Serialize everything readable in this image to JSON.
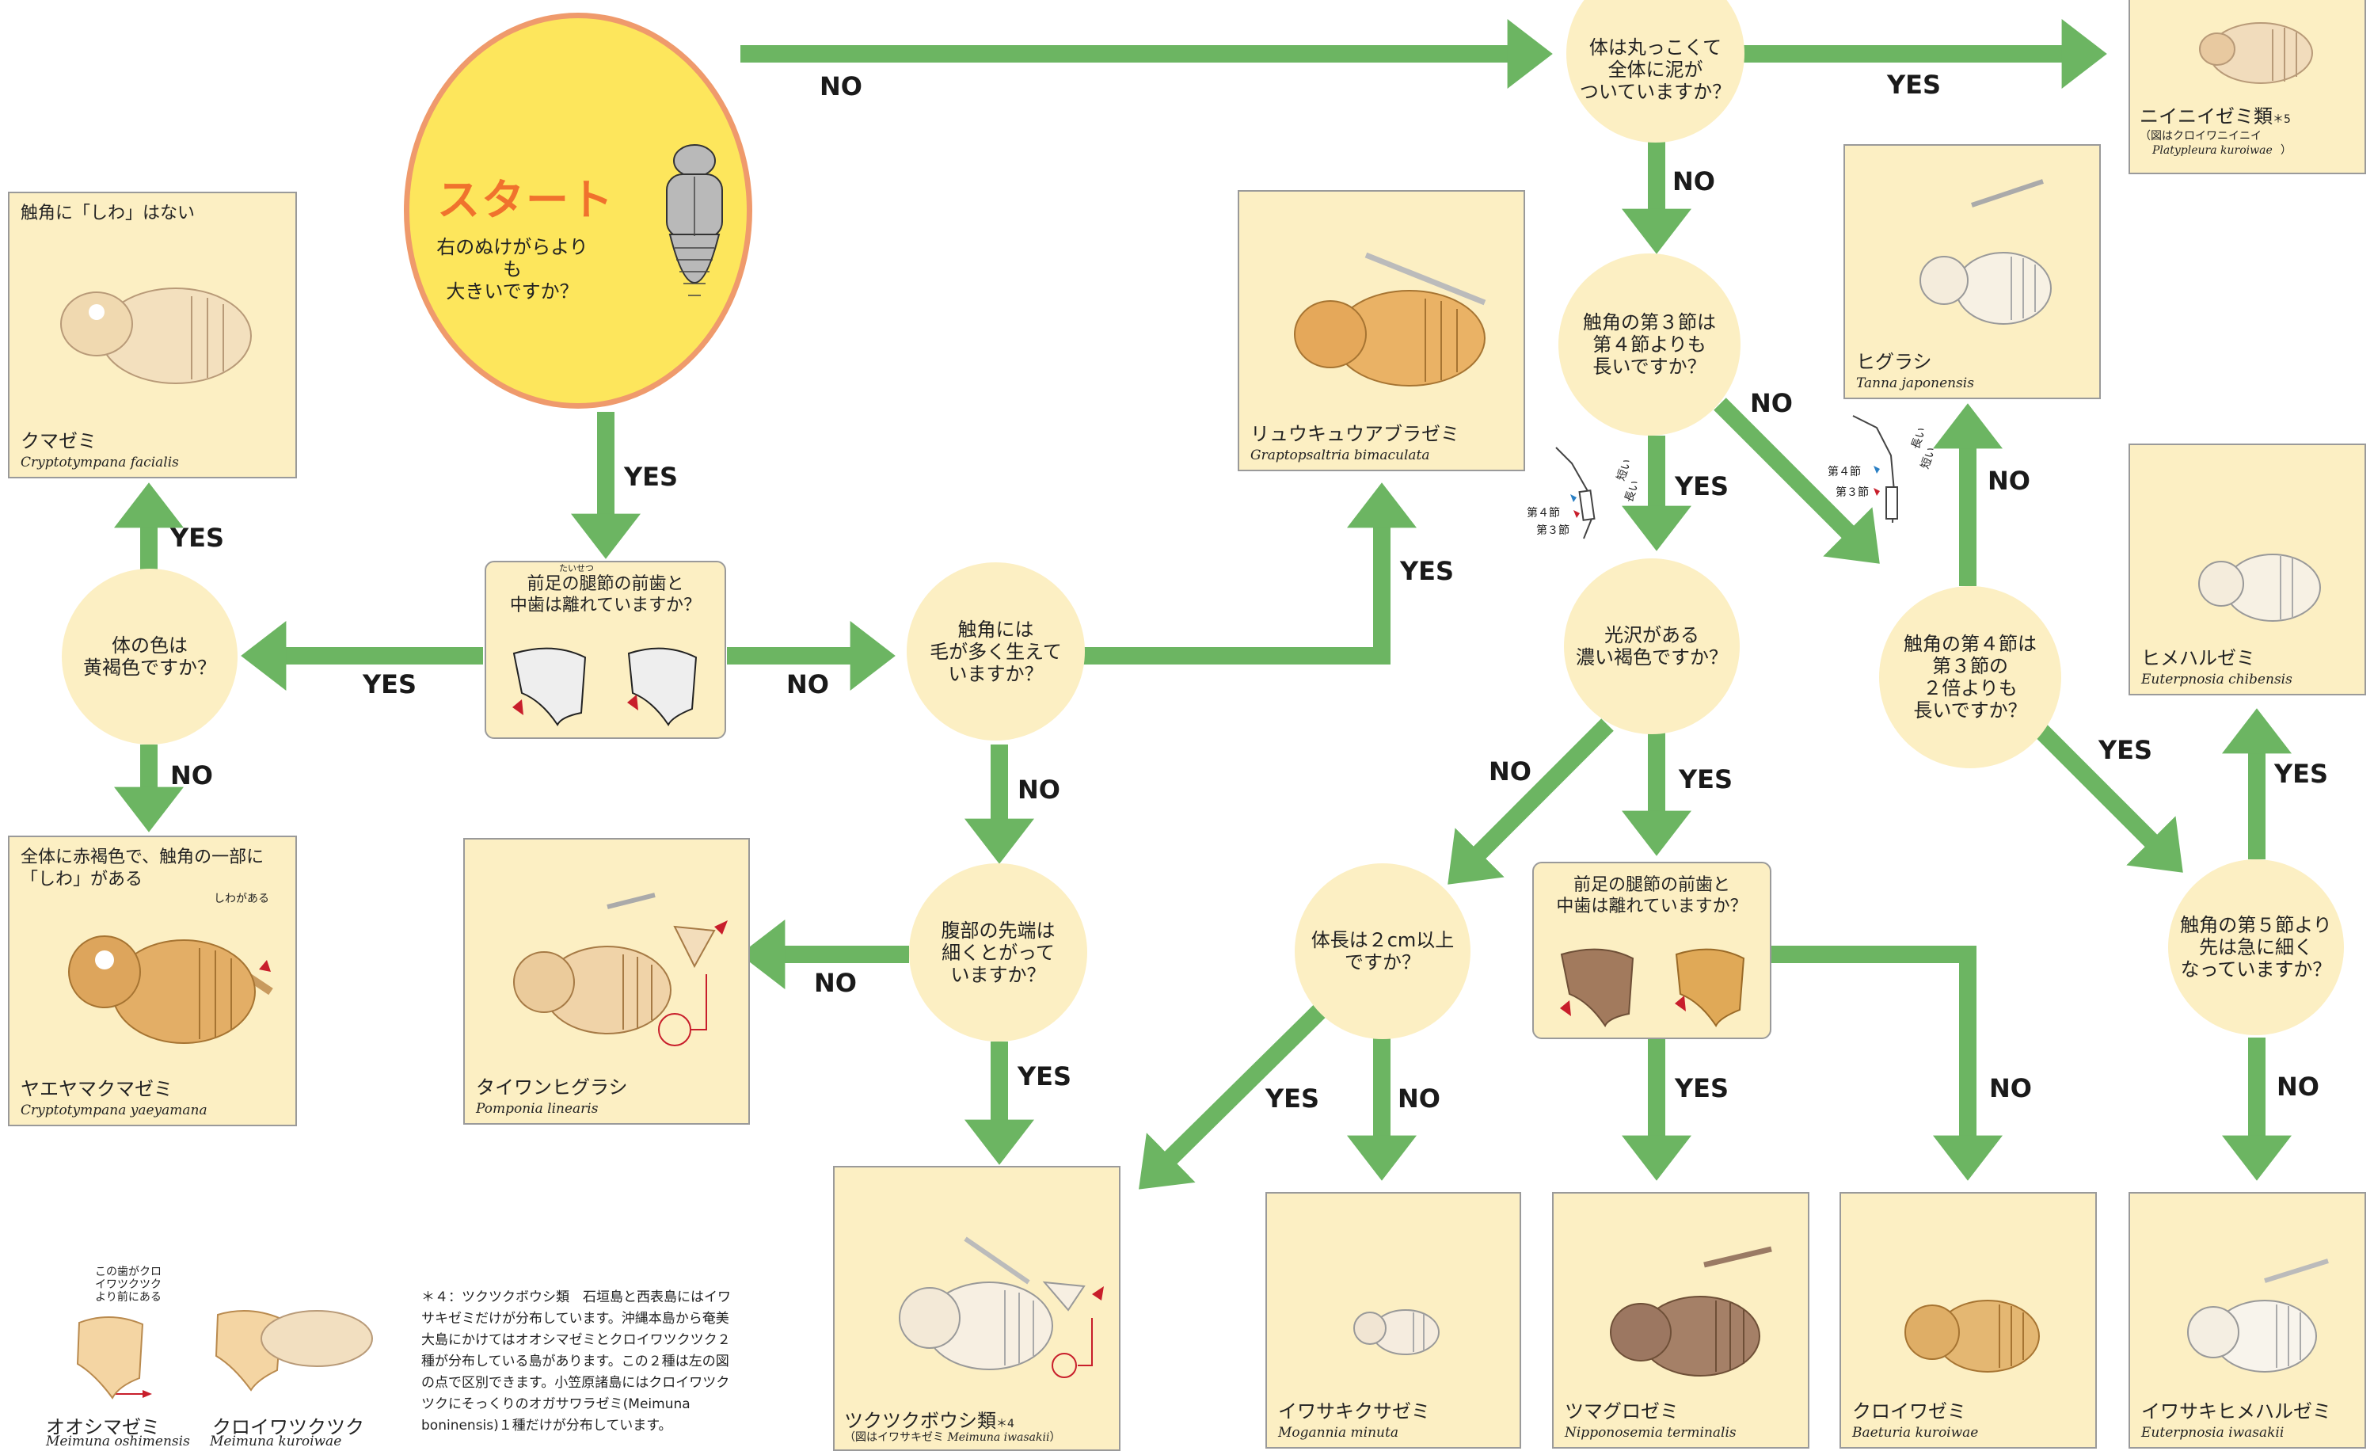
{
  "colors": {
    "arrow": "#6cb562",
    "node": "#fcefc3",
    "start": "#fde65c",
    "start_border": "#ef9a6c",
    "start_title": "#f0722d",
    "marker": "#c81e2b"
  },
  "start": {
    "title": "スタート",
    "question": "右のぬけがらよりも\n大きいですか？"
  },
  "questions": {
    "q_round": "体は丸っこくて\n全体に泥が\nついていますか？",
    "q_antenna3": "触角の第３節は\n第４節よりも\n長いですか？",
    "q_gloss": "光沢がある\n濃い褐色ですか？",
    "q_antenna4": "触角の第４節は\n第３節の\n２倍よりも\n長いですか？",
    "q_antenna5": "触角の第５節より\n先は急に細く\nなっていますか？",
    "q_length": "体長は２cm以上\nですか？",
    "q_foreleg_b": "前足の腿節の前歯と\n中歯は離れていますか？",
    "q_foreleg_a": "前足の腿節の前歯と\n中歯は離れていますか？",
    "q_foreleg_ruby": "たいせつ",
    "q_hair": "触角には\n毛が多く生えて\nいますか？",
    "q_abdomen": "腹部の先端は\n細くとがって\nいますか？",
    "q_color": "体の色は\n黄褐色ですか？"
  },
  "labels": {
    "yes": "YES",
    "no": "NO"
  },
  "species": {
    "niinizemi": {
      "name": "ニイニイゼミ類",
      "mark": "＊5",
      "note1": "（図はクロイワニイニイ",
      "note2": "Platypleura kuroiwae",
      "note3": "）"
    },
    "higurashi": {
      "name": "ヒグラシ",
      "sci": "Tanna japonensis"
    },
    "himeharuzemi": {
      "name": "ヒメハルゼミ",
      "sci": "Euterpnosia chibensis"
    },
    "kumazemi": {
      "name": "クマゼミ",
      "sci": "Cryptotympana facialis",
      "caption": "触角に「しわ」はない"
    },
    "yaeyama": {
      "name": "ヤエヤマクマゼミ",
      "sci": "Cryptotympana yaeyamana",
      "caption": "全体に赤褐色で、触角の一部に\n「しわ」がある",
      "callout": "しわがある"
    },
    "ryukyu": {
      "name": "リュウキュウアブラゼミ",
      "sci": "Graptopsaltria bimaculata"
    },
    "taiwan": {
      "name": "タイワンヒグラシ",
      "sci": "Pomponia linearis"
    },
    "tsukutsuku": {
      "name": "ツクツクボウシ類",
      "mark": "＊4",
      "note1": "（図はイワサキゼミ",
      "note2": "Meimuna iwasakii",
      "note3": "）"
    },
    "iwasakikusa": {
      "name": "イワサキクサゼミ",
      "sci": "Mogannia minuta"
    },
    "tsumaguro": {
      "name": "ツマグロゼミ",
      "sci": "Nipponosemia terminalis"
    },
    "kuroiwazemi": {
      "name": "クロイワゼミ",
      "sci": "Baeturia kuroiwae"
    },
    "iwasakihime": {
      "name": "イワサキヒメハルゼミ",
      "sci": "Euterpnosia iwasakii"
    }
  },
  "antenna": {
    "seg4": "第４節",
    "seg3": "第３節",
    "short": "短い",
    "long": "長い"
  },
  "legend": {
    "oshima": {
      "name": "オオシマゼミ",
      "sci": "Meimuna oshimensis"
    },
    "kuroiwatsuku": {
      "name": "クロイワツクツク",
      "sci": "Meimuna kuroiwae"
    },
    "callout": "この歯がクロ\nイワツクツク\nより前にある"
  },
  "footnote": "＊４：ツクツクボウシ類　石垣島と西表島にはイワサキゼミだけが分布しています。沖縄本島から奄美大島にかけてはオオシマゼミとクロイワツクツク２種が分布している島があります。この２種は左の図の点で区別できます。小笠原諸島にはクロイワツクツクにそっくりのオガサワラゼミ(Meimuna boninensis)１種だけが分布しています。"
}
